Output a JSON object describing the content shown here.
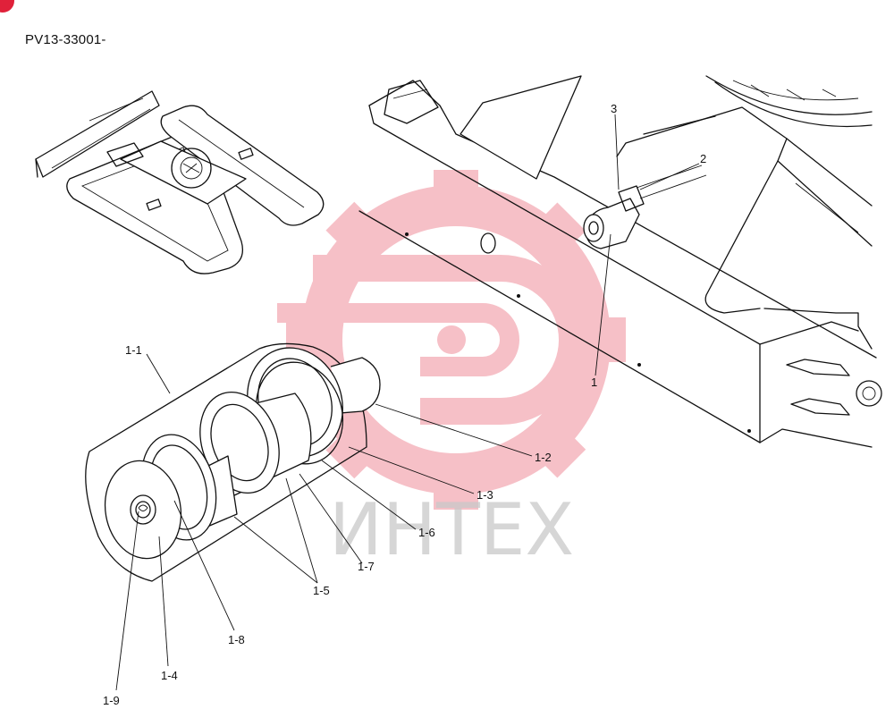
{
  "document": {
    "code": "PV13-33001-"
  },
  "watermark": {
    "text": "ИНТЕХ",
    "color": "#e0213a"
  },
  "callouts": {
    "c1": "1",
    "c2": "2",
    "c3": "3",
    "c1_1": "1-1",
    "c1_2": "1-2",
    "c1_3": "1-3",
    "c1_4": "1-4",
    "c1_5": "1-5",
    "c1_6": "1-6",
    "c1_7": "1-7",
    "c1_8": "1-8",
    "c1_9": "1-9"
  },
  "colors": {
    "accent": "#e0213a",
    "line": "#111111",
    "watermark_text": "#c9c9c9"
  }
}
